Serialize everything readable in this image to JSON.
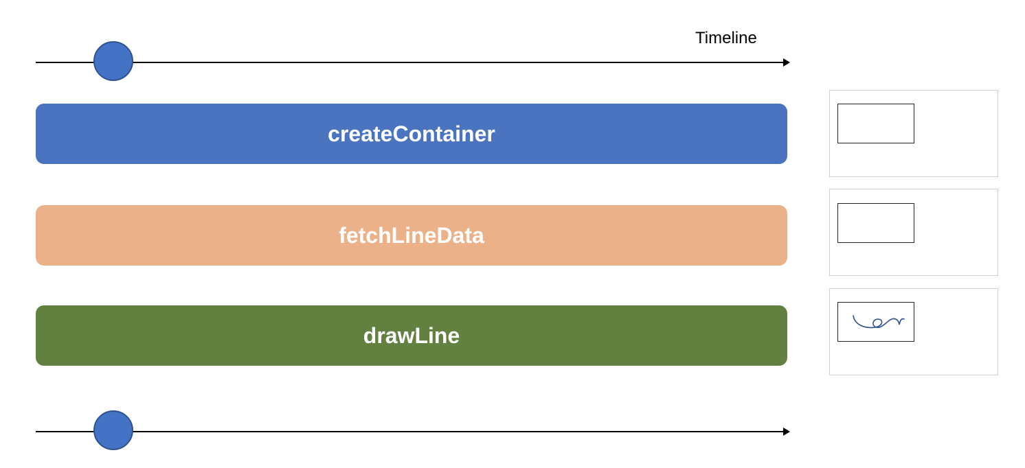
{
  "timeline": {
    "label": "Timeline"
  },
  "steps": [
    {
      "label": "createContainer",
      "color": "#4a74c0"
    },
    {
      "label": "fetchLineData",
      "color": "#ebb28a"
    },
    {
      "label": "drawLine",
      "color": "#628040"
    }
  ],
  "previews": [
    {
      "content": "empty"
    },
    {
      "content": "empty"
    },
    {
      "content": "scribble"
    }
  ],
  "colors": {
    "dot": "#4472c4",
    "axis": "#000000",
    "preview_border": "#d0d0d0",
    "scribble": "#2f4f8f"
  }
}
